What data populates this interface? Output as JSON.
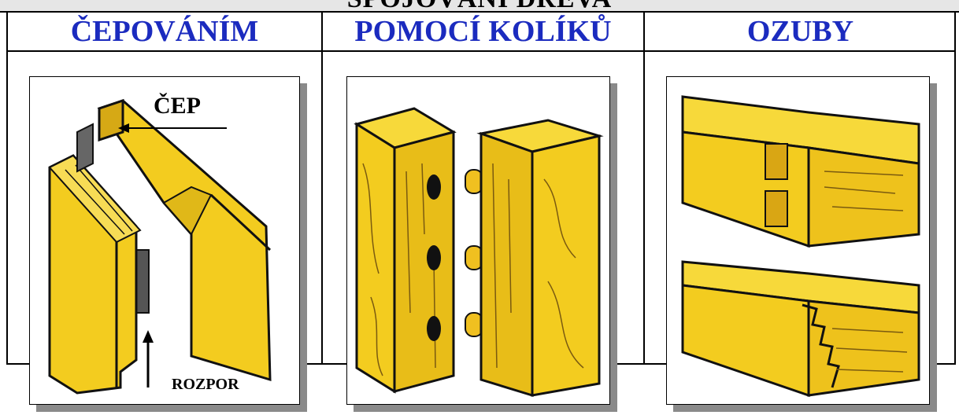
{
  "title": "SPOJOVÁNÍ DŘEVA",
  "columns": [
    {
      "heading": "ČEPOVÁNÍM"
    },
    {
      "heading": "POMOCÍ KOLÍKŮ"
    },
    {
      "heading": "OZUBY"
    }
  ],
  "labels": {
    "cep": "ČEP",
    "rozpor": "ROZPOR"
  },
  "colors": {
    "heading": "#1b2bbf",
    "wood": "#f3cc1f",
    "wood_dark": "#c99a10",
    "shadow": "#8a8a8a"
  }
}
